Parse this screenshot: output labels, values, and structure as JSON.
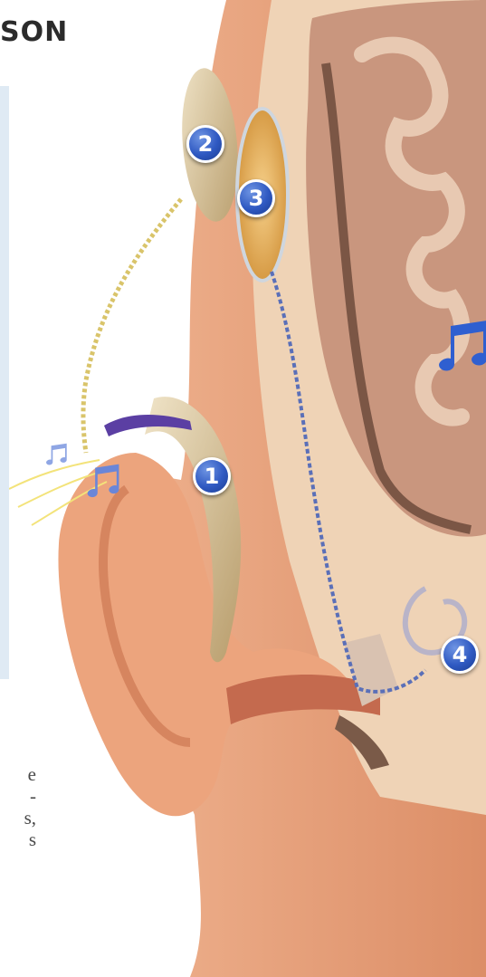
{
  "title": "SON",
  "caption_lines": [
    "e",
    "-",
    "s,",
    "s"
  ],
  "markers": [
    {
      "id": "1",
      "label": "1"
    },
    {
      "id": "2",
      "label": "2"
    },
    {
      "id": "3",
      "label": "3"
    },
    {
      "id": "4",
      "label": "4"
    }
  ],
  "colors": {
    "marker": "#2f59c2",
    "skin": "#e8a27a",
    "brain": "#c98f78",
    "device": "#d8c39a",
    "background_panel": "#dfeaf4"
  },
  "icons": [
    "music-note-icon"
  ]
}
